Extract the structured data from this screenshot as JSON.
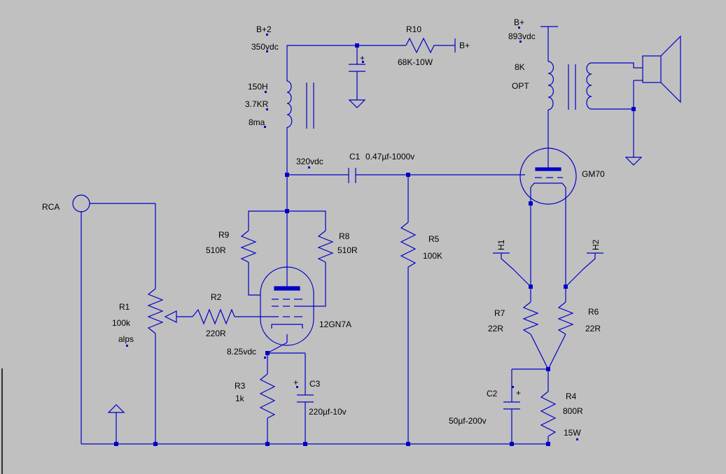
{
  "schematic": {
    "labels": {
      "rca": "RCA",
      "bplus2": "B+2",
      "bplus2_v": "350vdc",
      "r10": "R10",
      "r10_val": "68K-10W",
      "bplus_tag": "B+",
      "bplus_top": "B+",
      "bplus_top_v": "893vdc",
      "opt_imp": "8K",
      "opt": "OPT",
      "choke_h": "150H",
      "choke_r": "3.7KR",
      "choke_i": "8ma",
      "plate_v": "320vdc",
      "c1": "C1",
      "c1_val": "0.47µf-1000v",
      "gm70": "GM70",
      "r9": "R9",
      "r9_val": "510R",
      "r8": "R8",
      "r8_val": "510R",
      "r5": "R5",
      "r5_val": "100K",
      "h1": "H1",
      "h2": "H2",
      "r1": "R1",
      "r1_val": "100k",
      "r1_note": "alps",
      "r2": "R2",
      "r2_val": "220R",
      "tube1": "12GN7A",
      "r7": "R7",
      "r7_val": "22R",
      "r6": "R6",
      "r6_val": "22R",
      "cath_v": "8.25vdc",
      "r3": "R3",
      "r3_val": "1k",
      "c3": "C3",
      "c3_val": "220µf-10v",
      "c2": "C2",
      "c2_val": "50µf-200v",
      "r4": "R4",
      "r4_val": "800R",
      "r4_w": "15W",
      "plus": "+"
    }
  }
}
